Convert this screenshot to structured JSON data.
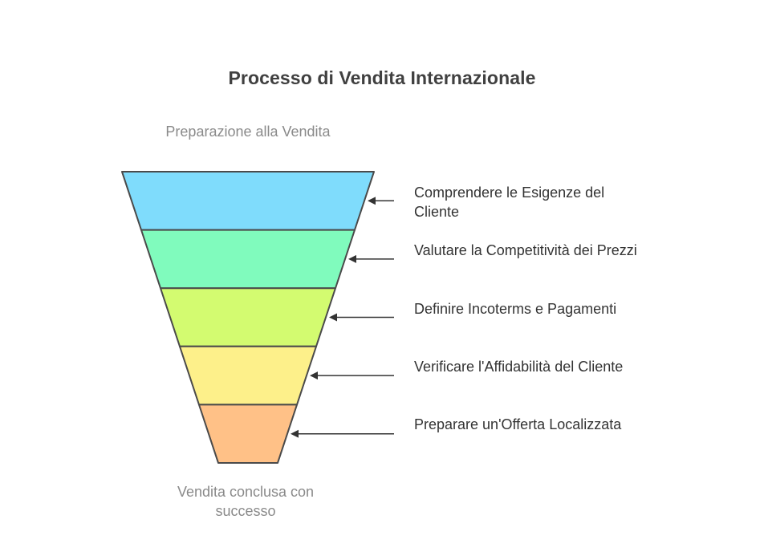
{
  "title": "Processo di Vendita Internazionale",
  "top_label": "Preparazione alla Vendita",
  "bottom_label": "Vendita conclusa con successo",
  "stages": [
    {
      "label": "Comprendere le Esigenze del Cliente",
      "color": "#7fdcfc"
    },
    {
      "label": "Valutare la Competitività dei Prezzi",
      "color": "#80fbbd"
    },
    {
      "label": "Definire Incoterms e Pagamenti",
      "color": "#d3fb70"
    },
    {
      "label": "Verificare l'Affidabilità del Cliente",
      "color": "#fdf08a"
    },
    {
      "label": "Preparare un'Offerta Localizzata",
      "color": "#ffc187"
    }
  ],
  "stroke_color": "#4a4a4a"
}
